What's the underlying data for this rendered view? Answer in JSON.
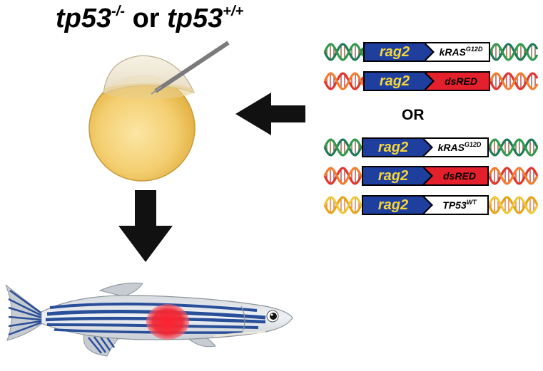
{
  "title": {
    "part1": "tp53",
    "sup1": "-/-",
    "connector": " or ",
    "part2": "tp53",
    "sup2": "+/+"
  },
  "or_label": "OR",
  "cassettes": [
    {
      "promoter": "rag2",
      "gene": "kRAS",
      "gene_sup": "G12D",
      "gene_color": "white",
      "dna_palette": "green"
    },
    {
      "promoter": "rag2",
      "gene": "dsRED",
      "gene_sup": "",
      "gene_color": "red",
      "dna_palette": "red-orange"
    },
    {
      "promoter": "rag2",
      "gene": "kRAS",
      "gene_sup": "G12D",
      "gene_color": "white",
      "dna_palette": "green"
    },
    {
      "promoter": "rag2",
      "gene": "dsRED",
      "gene_sup": "",
      "gene_color": "red",
      "dna_palette": "red-orange"
    },
    {
      "promoter": "rag2",
      "gene": "TP53",
      "gene_sup": "WT",
      "gene_color": "white",
      "dna_palette": "yellow-orange"
    }
  ],
  "colors": {
    "promoter": "#1f3f9e",
    "promoter_text": "#f5d63a",
    "dsred": "#e3202b",
    "arrow": "#111111",
    "embryo_yolk": "#f4cf72",
    "fish_stripe": "#2a4f9a",
    "tumor": "#e8202a"
  },
  "icons": [
    "injection-needle-icon",
    "embryo-icon",
    "zebrafish-icon",
    "arrow-left-icon",
    "arrow-down-icon",
    "dna-helix-icon"
  ]
}
